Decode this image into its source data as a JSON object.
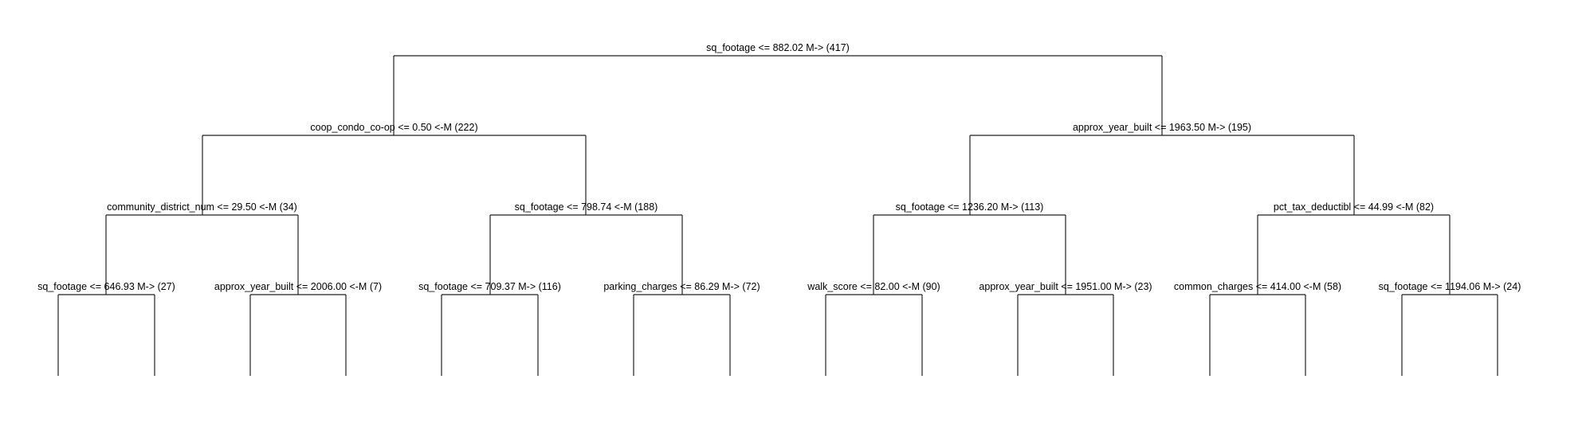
{
  "tree": {
    "line_color": "#222222",
    "text_color": "#000000",
    "background": "#ffffff",
    "nodes": [
      {
        "id": "n1",
        "label": "sq_footage <= 882.02 M-> (417)"
      },
      {
        "id": "n2",
        "label": "coop_condo_co-op <= 0.50 <-M (222)"
      },
      {
        "id": "n3",
        "label": "approx_year_built <= 1963.50 M-> (195)"
      },
      {
        "id": "n4",
        "label": "community_district_num <= 29.50 <-M (34)"
      },
      {
        "id": "n5",
        "label": "sq_footage <= 798.74 <-M (188)"
      },
      {
        "id": "n6",
        "label": "sq_footage <= 1236.20 M-> (113)"
      },
      {
        "id": "n7",
        "label": "pct_tax_deductibl <= 44.99 <-M (82)"
      },
      {
        "id": "n8",
        "label": "sq_footage <= 646.93 M-> (27)"
      },
      {
        "id": "n9",
        "label": "approx_year_built <= 2006.00 <-M (7)"
      },
      {
        "id": "n10",
        "label": "sq_footage <= 709.37 M-> (116)"
      },
      {
        "id": "n11",
        "label": "parking_charges <= 86.29 M-> (72)"
      },
      {
        "id": "n12",
        "label": "walk_score <= 82.00 <-M (90)"
      },
      {
        "id": "n13",
        "label": "approx_year_built <= 1951.00 M-> (23)"
      },
      {
        "id": "n14",
        "label": "common_charges <= 414.00 <-M (58)"
      },
      {
        "id": "n15",
        "label": "sq_footage <= 1194.06 M-> (24)"
      }
    ]
  }
}
